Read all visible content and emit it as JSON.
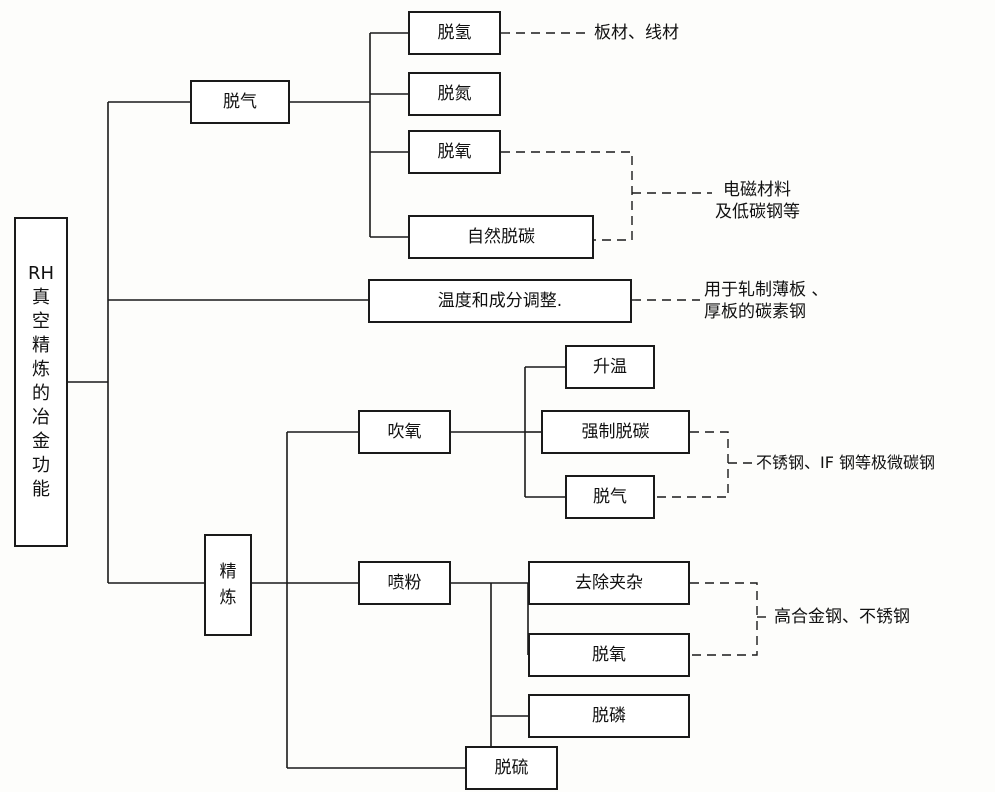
{
  "root": {
    "line1": "RH",
    "chars": [
      "真",
      "空",
      "精",
      "炼",
      "的",
      "冶",
      "金",
      "功",
      "能"
    ]
  },
  "level1": {
    "degas": "脱气",
    "temp": "温度和成分调整.",
    "refine": [
      "精",
      "炼"
    ]
  },
  "degas_children": [
    "脱氢",
    "脱氮",
    "脱氧",
    "自然脱碳"
  ],
  "refine_children": [
    "吹氧",
    "喷粉",
    "脱硫"
  ],
  "oxygen_children": [
    "升温",
    "强制脱碳",
    "脱气"
  ],
  "powder_children": [
    "去除夹杂",
    "脱氧",
    "脱磷"
  ],
  "notes": {
    "plates": "板材、线材",
    "magnetic": [
      "电磁材料",
      "及低碳钢等"
    ],
    "rolling": [
      "用于轧制薄板 、",
      "厚板的碳素钢"
    ],
    "stainless": "不锈钢、IF 钢等极微碳钢",
    "highalloy": "高合金钢、不锈钢"
  }
}
